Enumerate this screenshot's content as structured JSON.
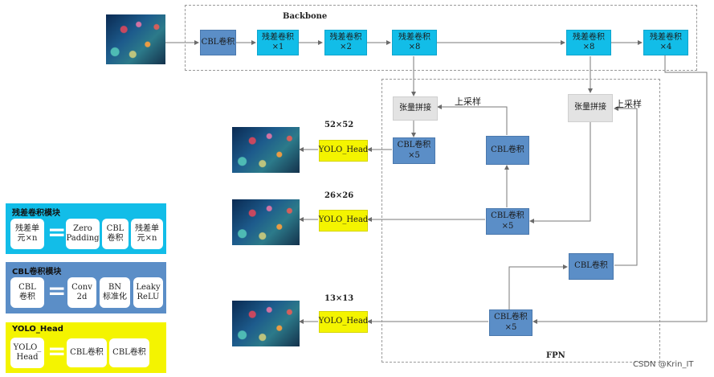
{
  "regions": {
    "backbone_label": "Backbone",
    "fpn_label": "FPN"
  },
  "backbone": {
    "cbl": "CBL卷积",
    "res1": "残差卷积\n×1",
    "res2": "残差卷积\n×2",
    "res8a": "残差卷积\n×8",
    "res8b": "残差卷积\n×8",
    "res4": "残差卷积\n×4"
  },
  "fpn": {
    "concat1": "张量拼接",
    "concat2": "张量拼接",
    "upsample1": "上采样",
    "upsample2": "上采样",
    "cbl5_top": "CBL卷积\n×5",
    "cbl_top_right": "CBL卷积",
    "cbl5_mid": "CBL卷积\n×5",
    "cbl_low": "CBL卷积",
    "cbl5_bottom": "CBL卷积\n×5"
  },
  "heads": {
    "head1": "YOLO_Head",
    "head2": "YOLO_Head",
    "head3": "YOLO_Head",
    "size1": "52×52",
    "size2": "26×26",
    "size3": "13×13"
  },
  "legend": {
    "res": {
      "title": "残差卷积模块",
      "left": "残差单\n元×n",
      "eq": "=",
      "items": [
        "Zero\nPadding",
        "CBL\n卷积",
        "残差单\n元×n"
      ]
    },
    "cbl": {
      "title": "CBL卷积模块",
      "left": "CBL\n卷积",
      "eq": "=",
      "items": [
        "Conv\n2d",
        "BN\n标准化",
        "Leaky\nReLU"
      ]
    },
    "yolo": {
      "title": "YOLO_Head",
      "left": "YOLO_\nHead",
      "eq": "=",
      "items": [
        "CBL卷积",
        "CBL卷积"
      ]
    }
  },
  "colors": {
    "cbl": "#5b8ec7",
    "res": "#12bde8",
    "yolo": "#f4f400",
    "concat": "#e3e3e3",
    "legend_res_bg": "#12bde8",
    "legend_cbl_bg": "#5b8ec7",
    "legend_yolo_bg": "#f4f400"
  },
  "watermark": "CSDN @Krin_IT"
}
